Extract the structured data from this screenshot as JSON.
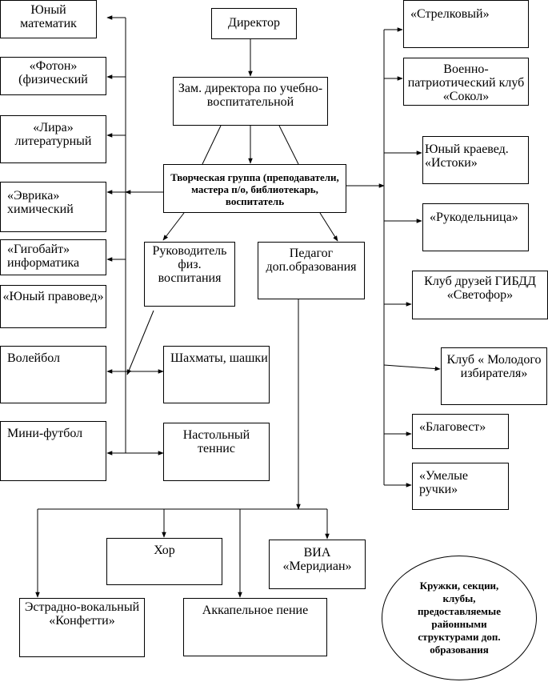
{
  "boxes": {
    "director": "Директор",
    "deputy": "Зам. директора по учебно-воспитательной",
    "creative_group": "Творческая группа (преподаватели, мастера п/о, библиотекарь, воспитатель",
    "pe_head": "Руководитель физ. воспитания",
    "add_ed_teacher": "Педагог доп.образования",
    "young_math": "Юный математик",
    "foton": "«Фотон» (физический",
    "lira": "«Лира» литературный",
    "evrika": "«Эврика» химический",
    "gigabyte": "«Гигобайт» информатика",
    "young_lawyer": "«Юный правовед»",
    "volleyball": "Волейбол",
    "minifootball": "Мини-футбол",
    "chess": "Шахматы, шашки",
    "table_tennis": "Настольный теннис",
    "strelkovy": "«Стрелковый»",
    "sokol": "Военно-патриотический клуб «Сокол»",
    "kraeved": "Юный краевед. «Истоки»",
    "rukodelnitsa": "«Рукодельница»",
    "gibdd": "Клуб друзей ГИБДД «Светофор»",
    "voter": "Клуб « Молодого избирателя»",
    "blagovest": "«Благовест»",
    "umelye": "«Умелые ручки»",
    "choir": "Хор",
    "via": "ВИА «Меридиан»",
    "konfetti": "Эстрадно-вокальный «Конфетти»",
    "acapella": "Аккапельное пение"
  },
  "legend": "Кружки, секции, клубы, предоставляемые районными структурами доп. образования"
}
